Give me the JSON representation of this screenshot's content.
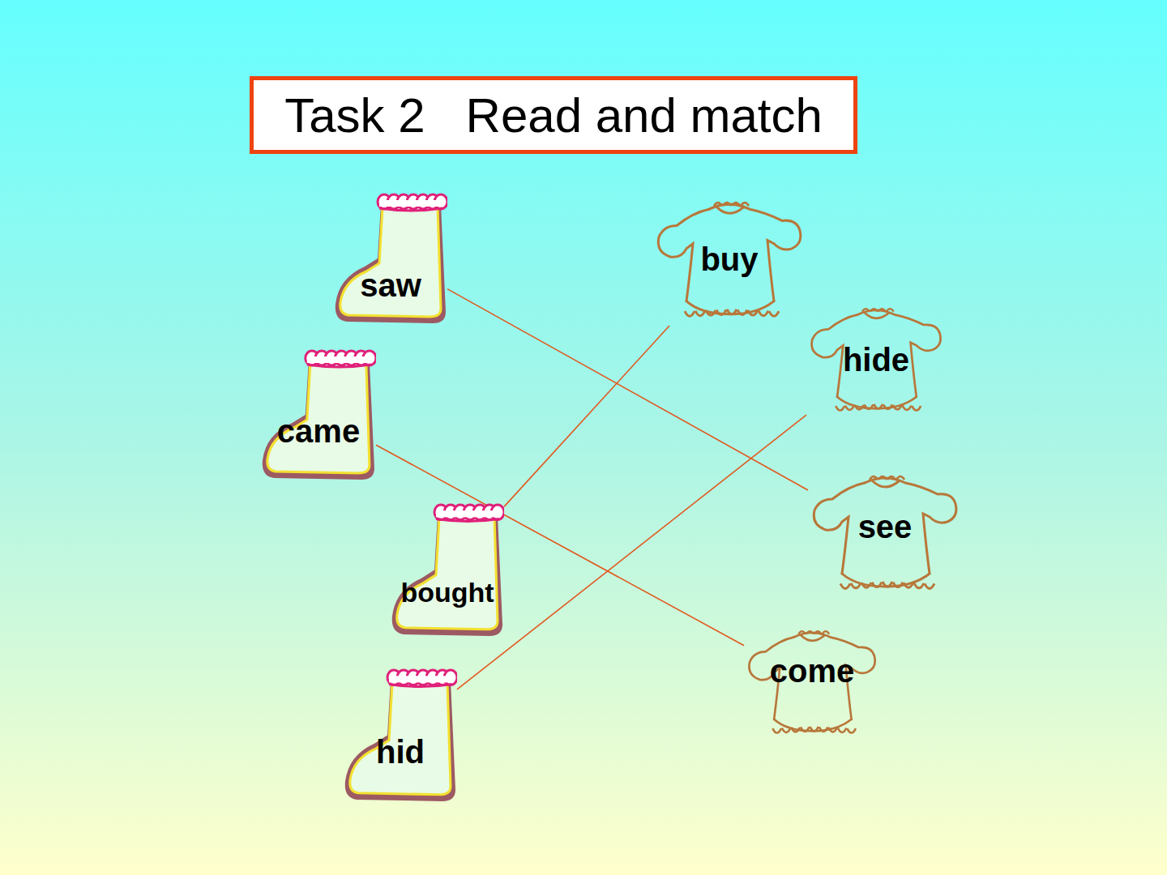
{
  "diagram": {
    "title": "Task 2   Read and match",
    "nodes": [
      {
        "text": [
          "buy"
        ]
      },
      {
        "text": [
          "saw"
        ]
      },
      {
        "text": [
          "hide"
        ]
      },
      {
        "text": [
          "came"
        ]
      },
      {
        "text": [
          "see"
        ]
      },
      {
        "text": [
          "bought"
        ]
      },
      {
        "text": [
          "come"
        ]
      },
      {
        "text": [
          "hid"
        ]
      }
    ],
    "edges": [
      {
        "from": 1,
        "to": 4,
        "arrow": "none"
      },
      {
        "from": 3,
        "to": 6,
        "arrow": "none"
      },
      {
        "from": 5,
        "to": 0,
        "arrow": "none"
      },
      {
        "from": 7,
        "to": 2,
        "arrow": "none"
      }
    ]
  }
}
